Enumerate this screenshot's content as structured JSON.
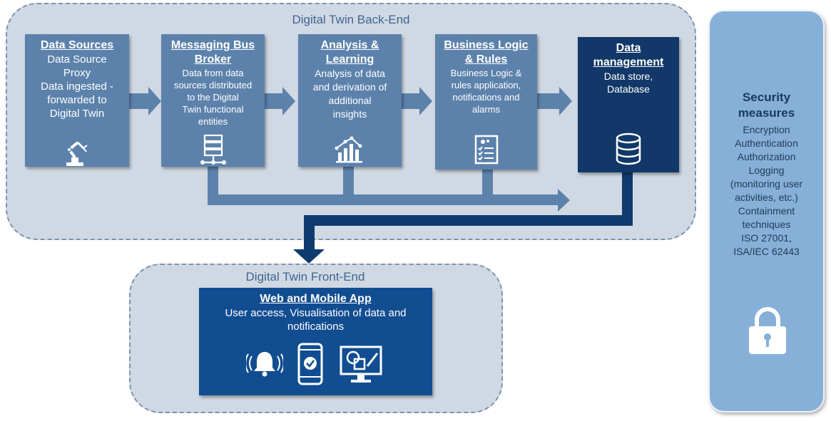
{
  "backend": {
    "title": "Digital Twin Back-End"
  },
  "frontend": {
    "title": "Digital Twin Front-End"
  },
  "boxes": [
    {
      "title": "Data Sources",
      "body": "Data Source\nProxy\nData ingested -\nforwarded to\nDigital Twin",
      "icon": "robot-arm-icon"
    },
    {
      "title": "Messaging Bus\nBroker",
      "body": "Data from data\nsources distributed\nto the  Digital\nTwin functional\nentities",
      "icon": "server-network-icon"
    },
    {
      "title": "Analysis &\nLearning",
      "body": "Analysis of data\nand derivation of\nadditional\ninsights",
      "icon": "bar-chart-icon"
    },
    {
      "title": "Business Logic\n& Rules",
      "body": "Business Logic &\nrules application,\nnotifications and\nalarms",
      "icon": "checklist-icon"
    },
    {
      "title": "Data\nmanagement",
      "body": "Data store,\nDatabase",
      "icon": "database-icon"
    }
  ],
  "app": {
    "title": "Web and Mobile App",
    "body": "User access, Visualisation of data and\nnotifications",
    "icons": [
      "bell-alarm-icon",
      "smartphone-check-icon",
      "monitor-design-icon"
    ]
  },
  "security": {
    "title": "Security\nmeasures",
    "items": [
      "Encryption",
      "Authentication",
      "Authorization",
      "Logging",
      "(monitoring user",
      "activities, etc.)",
      "Containment",
      "techniques",
      "ISO 27001,",
      "ISA/IEC 62443"
    ],
    "icon": "padlock-icon"
  },
  "colors": {
    "box": "#5c82ac",
    "box_dark": "#113868",
    "app": "#124d91",
    "arrow": "#5c82ac",
    "arrow_dark": "#0f3a6e",
    "group_fill": "#d0d9e3"
  }
}
